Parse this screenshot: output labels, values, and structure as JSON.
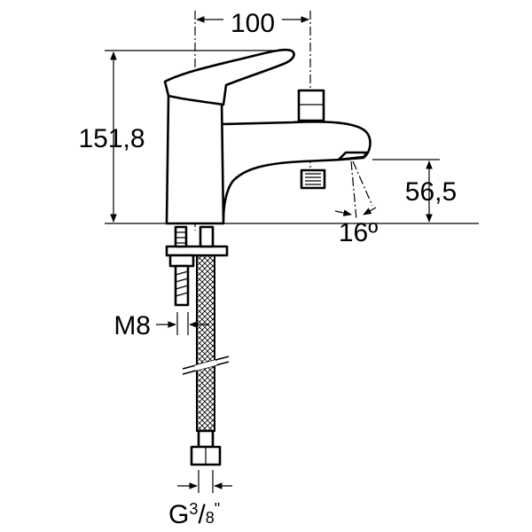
{
  "dimensions": {
    "width_top": "100",
    "height_total": "151,8",
    "spout_height": "56,5",
    "spout_angle": "16º",
    "thread_stud": "M8",
    "hose_connection": {
      "prefix": "G",
      "numerator": "3",
      "slash": "/",
      "denominator": "8",
      "unit": "\""
    }
  }
}
